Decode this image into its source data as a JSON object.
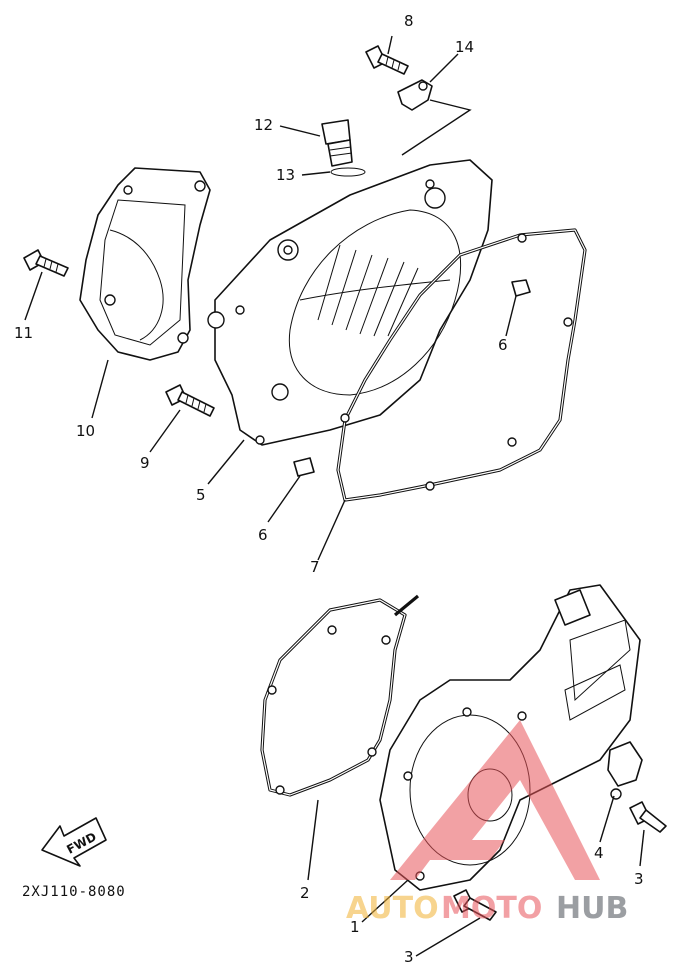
{
  "callouts": [
    {
      "id": "c1",
      "label": "1"
    },
    {
      "id": "c2",
      "label": "2"
    },
    {
      "id": "c3a",
      "label": "3"
    },
    {
      "id": "c3b",
      "label": "3"
    },
    {
      "id": "c4",
      "label": "4"
    },
    {
      "id": "c5",
      "label": "5"
    },
    {
      "id": "c6a",
      "label": "6"
    },
    {
      "id": "c6b",
      "label": "6"
    },
    {
      "id": "c7",
      "label": "7"
    },
    {
      "id": "c8",
      "label": "8"
    },
    {
      "id": "c9",
      "label": "9"
    },
    {
      "id": "c10",
      "label": "10"
    },
    {
      "id": "c11",
      "label": "11"
    },
    {
      "id": "c12",
      "label": "12"
    },
    {
      "id": "c13",
      "label": "13"
    },
    {
      "id": "c14",
      "label": "14"
    }
  ],
  "fwd_label": "FWD",
  "reference_code": "2XJ110-8080",
  "watermark": {
    "part1": "AUTO",
    "part2": "MOTO",
    "part3": "HUB",
    "color_primary": "#f2b233",
    "color_secondary": "#e8535a",
    "color_dark": "#4b4f57"
  },
  "colors": {
    "line": "#111111",
    "background": "#ffffff"
  }
}
